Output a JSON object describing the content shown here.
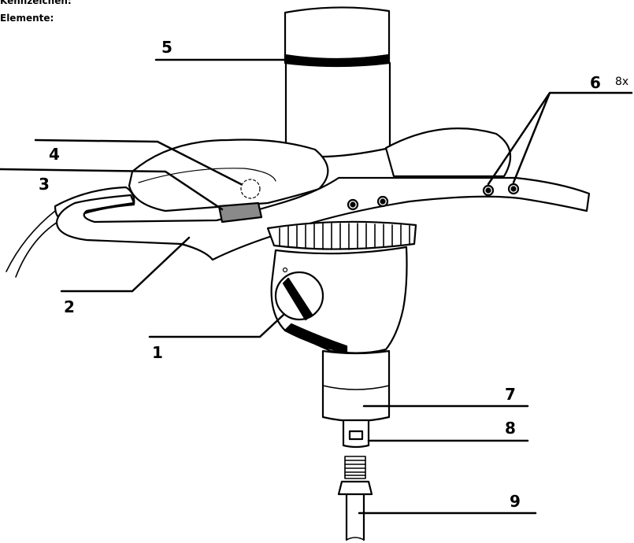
{
  "header": {
    "line1": "Kennzeichen:",
    "line2": "Elemente:"
  },
  "callouts": [
    {
      "id": "1",
      "label": "1"
    },
    {
      "id": "2",
      "label": "2"
    },
    {
      "id": "3",
      "label": "3"
    },
    {
      "id": "4",
      "label": "4"
    },
    {
      "id": "5",
      "label": "5"
    },
    {
      "id": "6",
      "label": "6",
      "multiplier": "8x"
    },
    {
      "id": "7",
      "label": "7"
    },
    {
      "id": "8",
      "label": "8"
    },
    {
      "id": "9",
      "label": "9"
    }
  ],
  "colors": {
    "line": "#000000",
    "fill": "#ffffff",
    "switch_block": "#8a8a8a"
  }
}
